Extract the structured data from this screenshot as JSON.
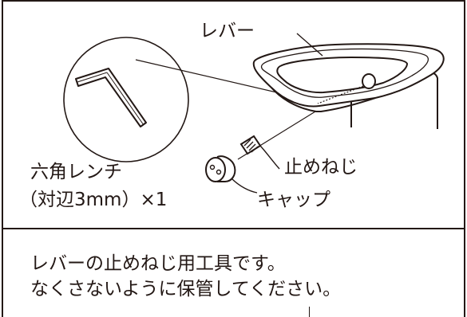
{
  "labels": {
    "lever": "レバー",
    "set_screw": "止めねじ",
    "wrench_name": "六角レンチ",
    "wrench_spec": "（対辺3mm）×1",
    "cap": "キャップ"
  },
  "note": {
    "line1": "レバーの止めねじ用工具です。",
    "line2": "なくさないように保管してください。"
  },
  "colors": {
    "ink": "#231815",
    "background": "#ffffff"
  }
}
